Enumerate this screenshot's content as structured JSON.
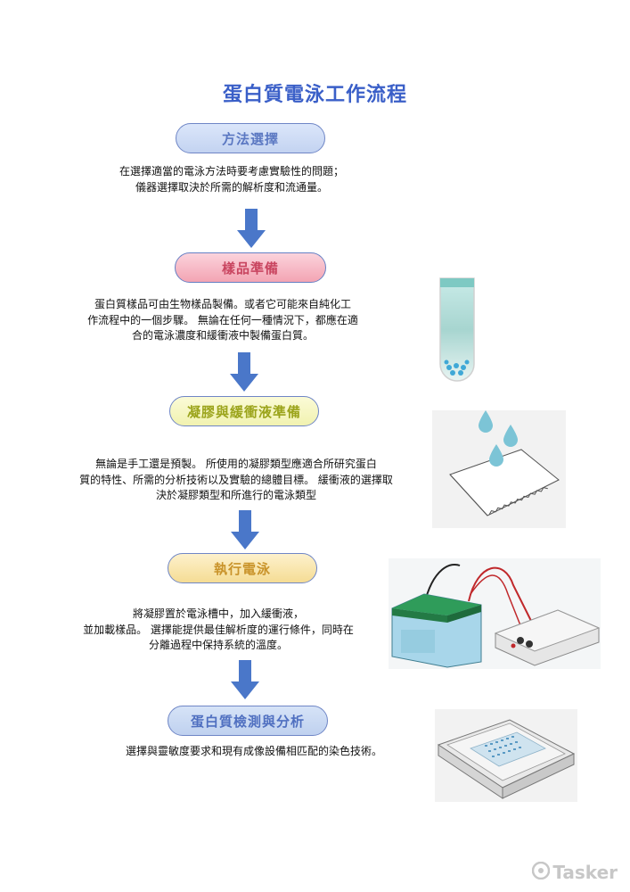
{
  "title": "蛋白質電泳工作流程",
  "steps": [
    {
      "label": "方法選擇",
      "description": [
        "在選擇適當的電泳方法時要考慮實驗性的問題；",
        "儀器選擇取決於所需的解析度和流通量。"
      ]
    },
    {
      "label": "樣品準備",
      "description": [
        "蛋白質樣品可由生物樣品製備。或者它可能來自純化工",
        "作流程中的一個步驟。 無論在任何一種情況下，都應在適",
        "合的電泳濃度和緩衝液中製備蛋白質。"
      ]
    },
    {
      "label": "凝膠與緩衝液準備",
      "description": [
        "無論是手工還是預製。 所使用的凝膠類型應適合所研究蛋白",
        "質的特性、所需的分析技術以及實驗的總體目標。 緩衝液的選擇取",
        "決於凝膠類型和所進行的電泳類型"
      ]
    },
    {
      "label": "執行電泳",
      "description": [
        "將凝膠置於電泳槽中，加入緩衝液，",
        "並加載樣品。 選擇能提供最佳解析度的運行條件，同時在",
        "分離過程中保持系統的溫度。"
      ]
    },
    {
      "label": "蛋白質檢測與分析",
      "description": [
        "選擇與靈敏度要求和現有成像設備相匹配的染色技術。"
      ]
    }
  ],
  "watermark": "Tasker",
  "colors": {
    "title": "#3a5fc8",
    "arrow": "#4a77c9",
    "pill_border": "#6f86c6"
  }
}
